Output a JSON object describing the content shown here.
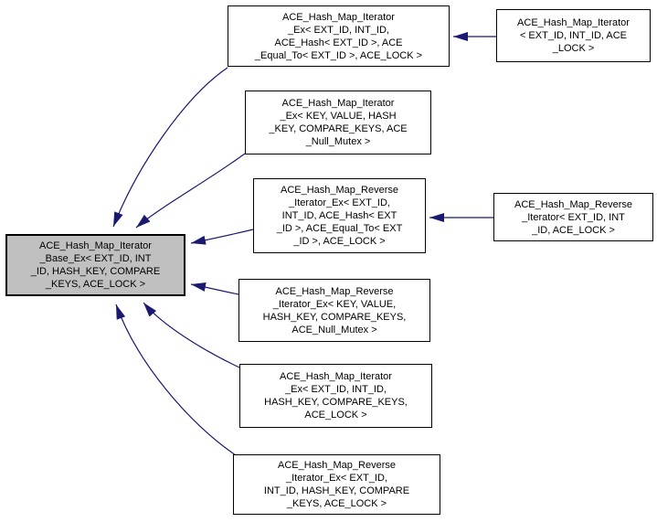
{
  "diagram": {
    "type": "inheritance-graph",
    "edge_color": "#191970",
    "node_border_color": "#000000",
    "node_fill": "#ffffff",
    "focus_node_fill": "#c0c0c0",
    "nodes": {
      "base": {
        "label": "ACE_Hash_Map_Iterator\n_Base_Ex< EXT_ID, INT\n_ID, HASH_KEY, COMPARE\n_KEYS, ACE_LOCK >"
      },
      "iterator_ex_full": {
        "label": "ACE_Hash_Map_Iterator\n_Ex< EXT_ID, INT_ID,\nACE_Hash< EXT_ID >, ACE\n_Equal_To< EXT_ID >, ACE_LOCK >"
      },
      "iterator_ex_keyvalue": {
        "label": "ACE_Hash_Map_Iterator\n_Ex< KEY, VALUE, HASH\n_KEY, COMPARE_KEYS, ACE\n_Null_Mutex >"
      },
      "reverse_iterator_ex_full": {
        "label": "ACE_Hash_Map_Reverse\n_Iterator_Ex< EXT_ID,\nINT_ID, ACE_Hash< EXT\n_ID >, ACE_Equal_To< EXT\n_ID >, ACE_LOCK >"
      },
      "reverse_iterator_ex_keyvalue": {
        "label": "ACE_Hash_Map_Reverse\n_Iterator_Ex< KEY, VALUE,\nHASH_KEY, COMPARE_KEYS,\nACE_Null_Mutex >"
      },
      "iterator_ex_hashkey": {
        "label": "ACE_Hash_Map_Iterator\n_Ex< EXT_ID, INT_ID,\nHASH_KEY, COMPARE_KEYS,\nACE_LOCK >"
      },
      "reverse_iterator_ex_hashkey": {
        "label": "ACE_Hash_Map_Reverse\n_Iterator_Ex< EXT_ID,\nINT_ID, HASH_KEY, COMPARE\n_KEYS, ACE_LOCK >"
      },
      "iterator": {
        "label": "ACE_Hash_Map_Iterator\n< EXT_ID, INT_ID, ACE\n_LOCK >"
      },
      "reverse_iterator": {
        "label": "ACE_Hash_Map_Reverse\n_Iterator< EXT_ID, INT\n_ID, ACE_LOCK >"
      }
    }
  }
}
